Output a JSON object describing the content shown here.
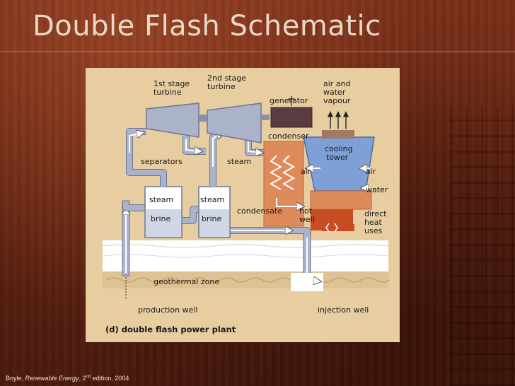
{
  "slide": {
    "title": "Double Flash Schematic",
    "citation": {
      "author": "Boyle, ",
      "book": "Renewable Energy",
      "sep": ", 2",
      "sup": "nd",
      "rest": " edition, 2004"
    }
  },
  "diagram": {
    "labels": {
      "stage1": [
        "1st stage",
        "turbine"
      ],
      "stage2": [
        "2nd stage",
        "turbine"
      ],
      "generator": "generator",
      "airvapour": [
        "air and",
        "water",
        "vapour"
      ],
      "condenser": "condenser",
      "cooling": [
        "cooling",
        "tower"
      ],
      "separators": "separators",
      "steam_line": "steam",
      "air_left": "air",
      "air_right": "air",
      "water": "water",
      "sep1_steam": "steam",
      "sep1_brine": "brine",
      "sep2_steam": "steam",
      "sep2_brine": "brine",
      "condensate": "condensate",
      "hotwell": [
        "hot",
        "well"
      ],
      "direct": [
        "direct",
        "heat",
        "uses"
      ],
      "geothermal": "geothermal zone",
      "production": "production well",
      "injection": "injection well",
      "caption": "(d) double flash power plant"
    },
    "colors": {
      "background": "#e7cda0",
      "equipment": "#aab3c9",
      "equipment_dark": "#7d87a3",
      "generator": "#5a3b40",
      "condenser": "#de8a5a",
      "hotwell": "#c84c22",
      "ground": "#ffffff",
      "water_blue": "#7fa0d6"
    }
  }
}
